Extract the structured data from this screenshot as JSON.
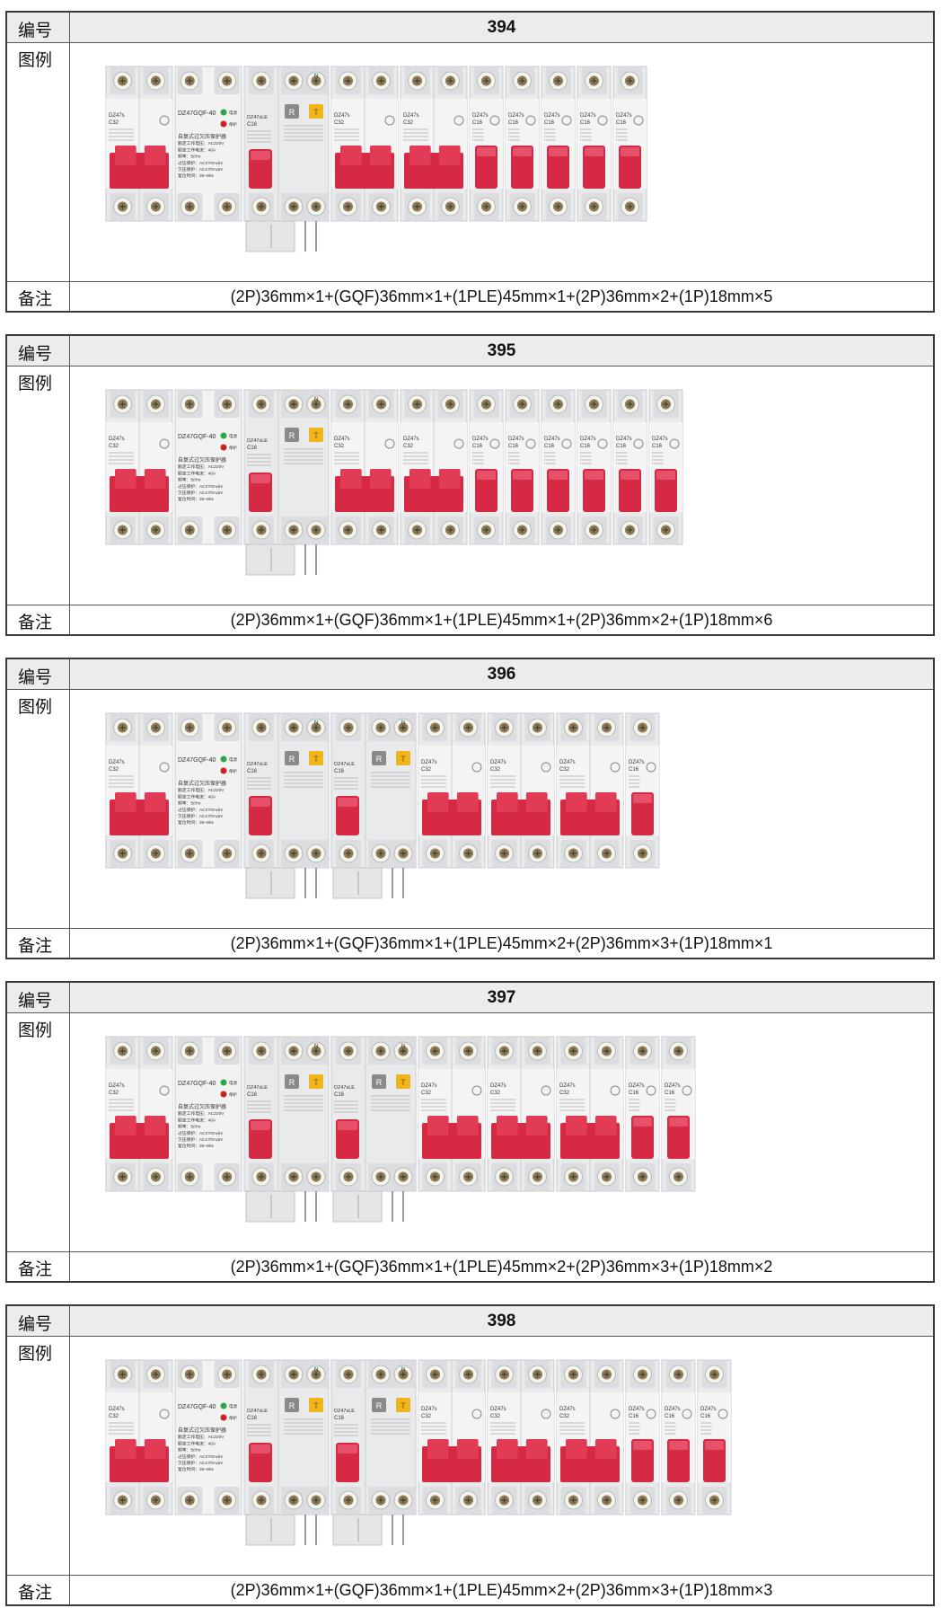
{
  "tables": [
    {
      "labels": {
        "number": "编号",
        "legend": "图例",
        "note": "备注"
      },
      "number": "394",
      "note": "(2P)36mm×1+(GQF)36mm×1+(1PLE)45mm×1+(2P)36mm×2+(1P)18mm×5",
      "modules": [
        "2P",
        "GQF",
        "1PLE",
        "2P",
        "2P",
        "1P",
        "1P",
        "1P",
        "1P",
        "1P"
      ]
    },
    {
      "labels": {
        "number": "编号",
        "legend": "图例",
        "note": "备注"
      },
      "number": "395",
      "note": "(2P)36mm×1+(GQF)36mm×1+(1PLE)45mm×1+(2P)36mm×2+(1P)18mm×6",
      "modules": [
        "2P",
        "GQF",
        "1PLE",
        "2P",
        "2P",
        "1P",
        "1P",
        "1P",
        "1P",
        "1P",
        "1P"
      ]
    },
    {
      "labels": {
        "number": "编号",
        "legend": "图例",
        "note": "备注"
      },
      "number": "396",
      "note": "(2P)36mm×1+(GQF)36mm×1+(1PLE)45mm×2+(2P)36mm×3+(1P)18mm×1",
      "modules": [
        "2P",
        "GQF",
        "1PLE",
        "1PLE",
        "2P",
        "2P",
        "2P",
        "1P"
      ]
    },
    {
      "labels": {
        "number": "编号",
        "legend": "图例",
        "note": "备注"
      },
      "number": "397",
      "note": "(2P)36mm×1+(GQF)36mm×1+(1PLE)45mm×2+(2P)36mm×3+(1P)18mm×2",
      "modules": [
        "2P",
        "GQF",
        "1PLE",
        "1PLE",
        "2P",
        "2P",
        "2P",
        "1P",
        "1P"
      ]
    },
    {
      "labels": {
        "number": "编号",
        "legend": "图例",
        "note": "备注"
      },
      "number": "398",
      "note": "(2P)36mm×1+(GQF)36mm×1+(1PLE)45mm×2+(2P)36mm×3+(1P)18mm×3",
      "modules": [
        "2P",
        "GQF",
        "1PLE",
        "1PLE",
        "2P",
        "2P",
        "2P",
        "1P",
        "1P",
        "1P"
      ]
    }
  ],
  "device_text": {
    "gqf_model": "DZ47GQF-40",
    "gqf_lamp_power": "电源",
    "gqf_lamp_protect": "保护",
    "gqf_lines": [
      "自复式过欠压保护器",
      "额定工作电压：AC220V",
      "额定工作电流：40A",
      "频率：50Hz",
      "过压保护：AC270V±5V",
      "欠压保护：AC170V±5V",
      "复位时间：30~90s"
    ],
    "mcb_2p_model": "DZ47s",
    "mcb_2p_rating": "C32",
    "mcb_1p_model": "DZ47s",
    "mcb_1p_rating": "C16",
    "rcbo_model": "DZ47sLE",
    "rcbo_rating": "C16",
    "rcbo_test_key": "T",
    "rcbo_reset_key": "R",
    "rcbo_n_mark": "N"
  },
  "colors": {
    "handle": "#d62a44",
    "body": "#e9eaec",
    "terminal": "#8a7a55",
    "reset_key": "#8a8a8a",
    "test_key": "#f0b41c",
    "lamp_green": "#2aa84a",
    "lamp_red": "#cc2222"
  }
}
